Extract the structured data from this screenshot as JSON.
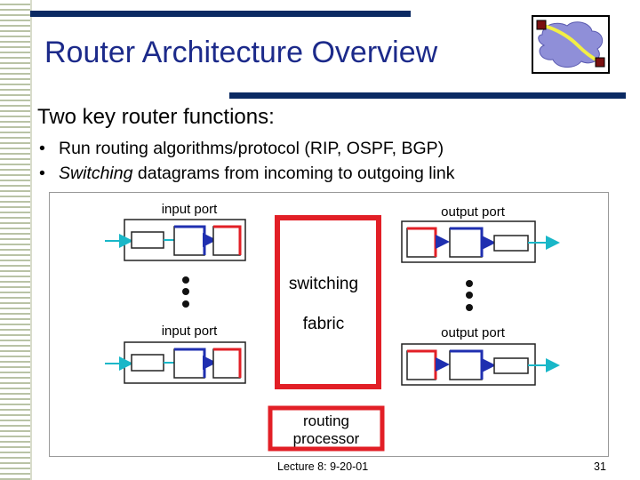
{
  "slide": {
    "title": "Router Architecture Overview",
    "subheading": "Two key router functions:",
    "bullets": [
      {
        "marker": "•",
        "prefix": "",
        "emphasis": "",
        "text": "Run routing algorithms/protocol (RIP, OSPF, BGP)"
      },
      {
        "marker": "•",
        "prefix": "",
        "emphasis": "Switching",
        "text": " datagrams from incoming to outgoing link"
      }
    ],
    "footer_center": "Lecture 8: 9-20-01",
    "footer_right": "31"
  },
  "diagram": {
    "input_port_top": "input port",
    "input_port_bottom": "input port",
    "output_port_top": "output port",
    "output_port_bottom": "output port",
    "fabric_line1": "switching",
    "fabric_line2": "fabric",
    "routing_line1": "routing",
    "routing_line2": "processor"
  },
  "colors": {
    "title": "#1c2a8a",
    "top_bars": "#0b2a63",
    "fabric": "#e21f26",
    "link_arrow": "#19b7c8",
    "queue_blue": "#1f2fb0"
  },
  "icons": {
    "logo": "network-cloud-icon"
  }
}
